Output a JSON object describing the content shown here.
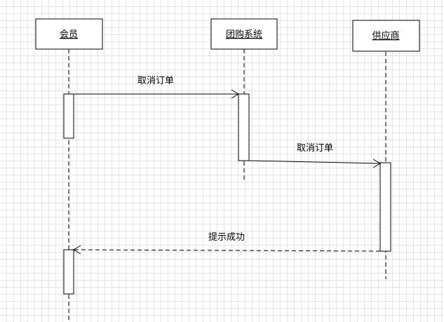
{
  "lifelines": [
    {
      "id": "member",
      "label": "会员"
    },
    {
      "id": "group_buy_system",
      "label": "团购系统"
    },
    {
      "id": "supplier",
      "label": "供应商"
    }
  ],
  "messages": [
    {
      "from": "会员",
      "to": "团购系统",
      "label": "取消订单",
      "style": "solid"
    },
    {
      "from": "团购系统",
      "to": "供应商",
      "label": "取消订单",
      "style": "solid"
    },
    {
      "from": "供应商",
      "to": "会员",
      "label": "提示成功",
      "style": "dashed"
    }
  ],
  "colors": {
    "background": "#ffffff",
    "grid": "#e3e3e3",
    "line": "#000000"
  }
}
